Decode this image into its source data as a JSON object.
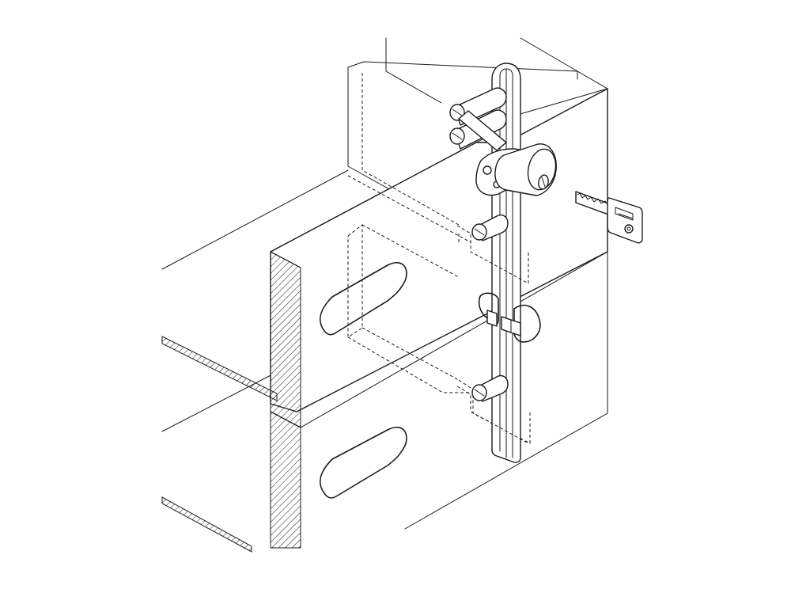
{
  "figure": {
    "background": "#ffffff",
    "line_color": "#1a1a1a",
    "components": [
      {
        "name": "cabinet-body"
      },
      {
        "name": "upper-drawer"
      },
      {
        "name": "lower-drawer"
      },
      {
        "name": "locking-rod"
      },
      {
        "name": "cylinder-lock"
      },
      {
        "name": "key"
      },
      {
        "name": "drawer-hooks"
      },
      {
        "name": "lock-cams"
      }
    ]
  }
}
